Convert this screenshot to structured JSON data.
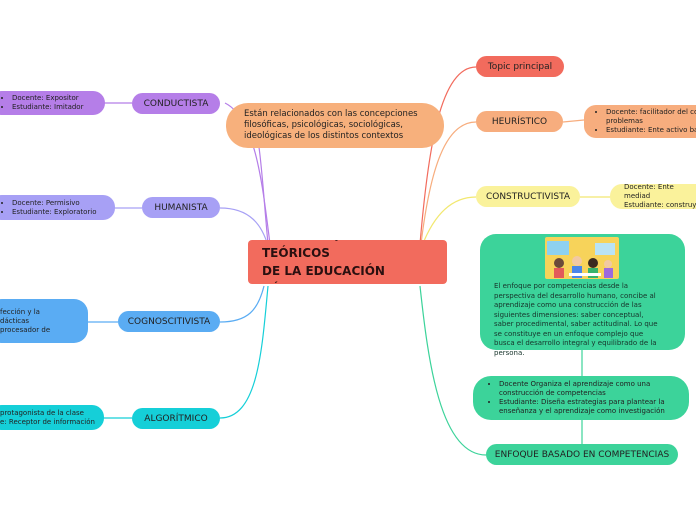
{
  "center": {
    "title_line1": "LOS ENFOQUES TEÓRICOS",
    "title_line2": "DE LA EDUCACIÓN BÁSICA"
  },
  "description": "Están relacionados con las concepciones filosóficas, psicológicas, sociológicas, ideológicas de los distintos contextos",
  "left": {
    "conductista": {
      "label": "CONDUCTISTA",
      "items": [
        "Docente: Expositor",
        "Estudiante: Imitador"
      ]
    },
    "humanista": {
      "label": "HUMANISTA",
      "items": [
        "Docente: Permisivo",
        "Estudiante: Exploratorio"
      ]
    },
    "cognoscitivista": {
      "label": "COGNOSCITIVISTA",
      "lines": [
        "fección y la",
        "dácticas",
        "procesador de"
      ]
    },
    "algoritmico": {
      "label": "ALGORÍTMICO",
      "lines": [
        "protagonista de la clase",
        "e: Receptor de información"
      ]
    }
  },
  "right": {
    "topic": {
      "label": "Topic principal"
    },
    "heuristico": {
      "label": "HEURÍSTICO",
      "items": [
        "Docente: facilitador del co problemas",
        "Estudiante: Ente activo ba"
      ]
    },
    "constructivista": {
      "label": "CONSTRUCTIVISTA",
      "lines": [
        "Docente: Ente mediad",
        "Estudiante: construye"
      ]
    },
    "competencias": {
      "label": "ENFOQUE BASADO EN COMPETENCIAS",
      "description": "El enfoque por competencias desde la perspectiva del desarrollo humano, concibe al aprendizaje como una construcción de las siguientes dimensiones: saber conceptual, saber procedimental, saber actitudinal. Lo que se constituye en un enfoque complejo que busca el desarrollo integral y equilibrado de la persona.",
      "items": [
        "Docente Organiza el aprendizaje como una construcción de competencias",
        "Estudiante: Diseña estrategias para plantear la enseñanza y el aprendizaje como investigación"
      ]
    }
  },
  "colors": {
    "center": "#f26b5d",
    "conductista": "#b57ee8",
    "humanista": "#a7a0f5",
    "cognoscitivista": "#5aacf3",
    "algoritmico": "#15cfd8",
    "description": "#f7b07c",
    "topic": "#f26b5d",
    "heuristico": "#f7ad7e",
    "constructivista": "#faf29b",
    "competencias": "#3cd39a"
  }
}
